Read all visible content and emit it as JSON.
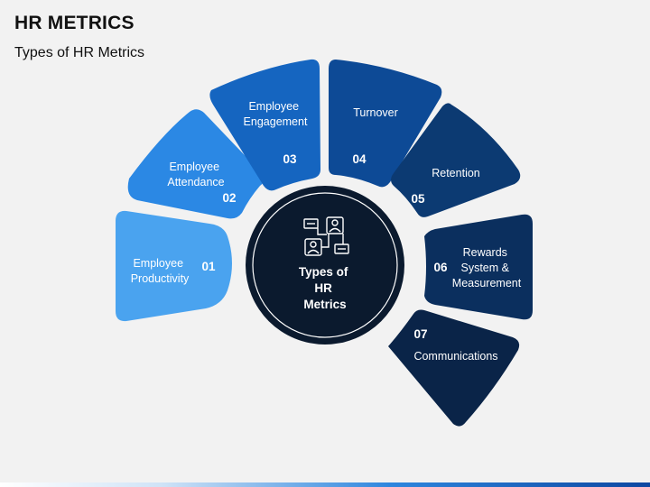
{
  "header": {
    "title": "HR METRICS",
    "subtitle": "Types of HR Metrics"
  },
  "hub": {
    "lines": [
      "Types of",
      "HR",
      "Metrics"
    ],
    "icon": "people-network-icon"
  },
  "segments": [
    {
      "number": "01",
      "lines": [
        "Employee",
        "Productivity"
      ],
      "color": "#4aa3ef"
    },
    {
      "number": "02",
      "lines": [
        "Employee",
        "Attendance"
      ],
      "color": "#2b88e4"
    },
    {
      "number": "03",
      "lines": [
        "Employee",
        "Engagement"
      ],
      "color": "#1565c0"
    },
    {
      "number": "04",
      "lines": [
        "Turnover"
      ],
      "color": "#0d4a96"
    },
    {
      "number": "05",
      "lines": [
        "Retention"
      ],
      "color": "#0c3a72"
    },
    {
      "number": "06",
      "lines": [
        "Rewards",
        "System &",
        "Measurement"
      ],
      "color": "#0b2f5e"
    },
    {
      "number": "07",
      "lines": [
        "Communications"
      ],
      "color": "#0a2448"
    }
  ],
  "colors": {
    "hub": "#0b1a2e",
    "hub_ring": "#ffffff"
  }
}
